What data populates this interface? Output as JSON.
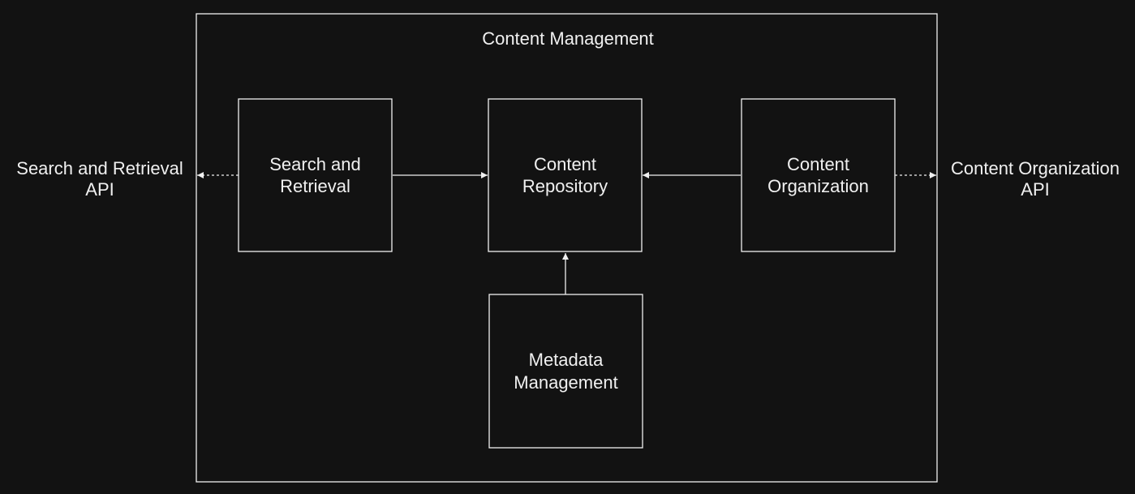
{
  "diagram": {
    "colors": {
      "background": "#121212",
      "stroke": "#f0f0f0",
      "text": "#f0f0f0"
    },
    "container": {
      "title": "Content Management"
    },
    "nodes": {
      "search_retrieval": {
        "line1": "Search and",
        "line2": "Retrieval"
      },
      "content_repository": {
        "line1": "Content",
        "line2": "Repository"
      },
      "content_organization": {
        "line1": "Content",
        "line2": "Organization"
      },
      "metadata_management": {
        "line1": "Metadata",
        "line2": "Management"
      }
    },
    "external": {
      "search_api": {
        "line1": "Search and Retrieval",
        "line2": "API"
      },
      "org_api": {
        "line1": "Content Organization",
        "line2": "API"
      }
    },
    "edges": [
      {
        "from": "search_retrieval",
        "to": "content_repository",
        "style": "solid"
      },
      {
        "from": "content_organization",
        "to": "content_repository",
        "style": "solid"
      },
      {
        "from": "metadata_management",
        "to": "content_repository",
        "style": "solid"
      },
      {
        "from": "search_retrieval",
        "to": "search_api",
        "style": "dashed"
      },
      {
        "from": "content_organization",
        "to": "org_api",
        "style": "dashed"
      }
    ]
  }
}
